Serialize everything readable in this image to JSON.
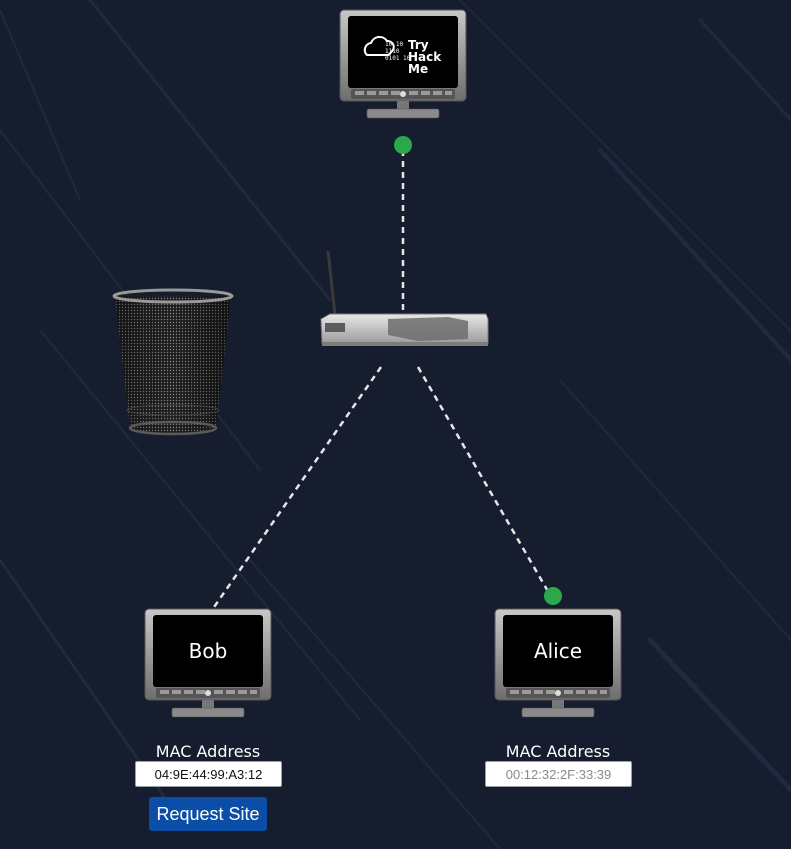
{
  "colors": {
    "background": "#161d2e",
    "node_dot": "#2aa84a",
    "link_line": "#e6e6e6",
    "button_bg": "#0a4ea8"
  },
  "server": {
    "logo_lines": [
      "Try",
      "Hack",
      "Me"
    ],
    "logo_bits": [
      "10 10",
      "1110",
      "0101 10"
    ]
  },
  "bob": {
    "screen_name": "Bob",
    "mac_label": "MAC Address",
    "mac_value": "04:9E:44:99:A3:12"
  },
  "alice": {
    "screen_name": "Alice",
    "mac_label": "MAC Address",
    "mac_placeholder": "00:12:32:2F:33:39"
  },
  "request_button_label": "Request Site",
  "icons": {
    "trash": "trash-bin-icon",
    "router": "router-icon",
    "server": "server-monitor-icon"
  }
}
